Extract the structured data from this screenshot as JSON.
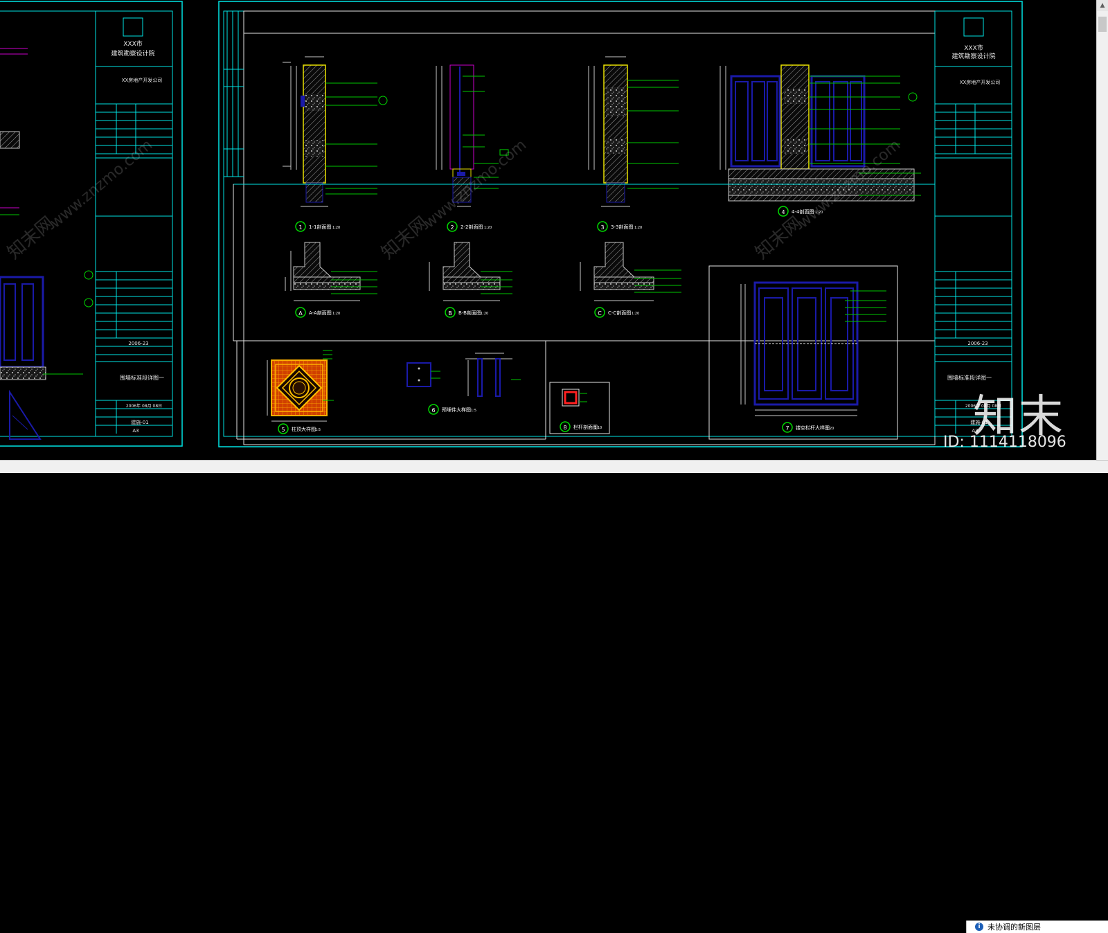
{
  "title_block": {
    "institute_line1": "XXX市",
    "institute_line2": "建筑勘察设计院",
    "client": "XX房地产开发公司",
    "drawing_name": "围墙标准段详图一",
    "drawing_no": "2006-23",
    "date": "2006年 08月 08日",
    "sheet_code": "建施-01",
    "paper_size": "A3"
  },
  "details": {
    "d1": {
      "num": "1",
      "title": "1-1剖面图",
      "scale": "1:20"
    },
    "d2": {
      "num": "2",
      "title": "2-2剖面图",
      "scale": "1:20"
    },
    "d3": {
      "num": "3",
      "title": "3-3剖面图",
      "scale": "1:20"
    },
    "d4": {
      "num": "4",
      "title": "4-4剖面图",
      "scale": "1:20"
    },
    "dA": {
      "num": "A",
      "title": "A-A剖面图",
      "scale": "1:20"
    },
    "dB": {
      "num": "B",
      "title": "B-B剖面图",
      "scale": "1:20"
    },
    "dC": {
      "num": "C",
      "title": "C-C剖面图",
      "scale": "1:20"
    },
    "d5": {
      "num": "5",
      "title": "柱顶大样图",
      "scale": "1:5"
    },
    "d6": {
      "num": "6",
      "title": "预埋件大样图",
      "scale": "1:5"
    },
    "d7": {
      "num": "7",
      "title": "镂空栏杆大样图",
      "scale": "1:20"
    },
    "d8": {
      "num": "8",
      "title": "栏杆剖面图",
      "scale": "1:10"
    }
  },
  "watermark": {
    "site": "www.znzmo.com",
    "name": "知末网"
  },
  "brand": "知末",
  "image_id": "ID: 1114118096",
  "status": {
    "notice": "未协调的新图层"
  },
  "colors": {
    "frame": "#00e5e5",
    "wall": "#c8c8c8",
    "railing": "#1a1aa8",
    "label_circle": "#00d800",
    "column_outline": "#e8e000",
    "leader": "#00c800",
    "background": "#000000"
  }
}
